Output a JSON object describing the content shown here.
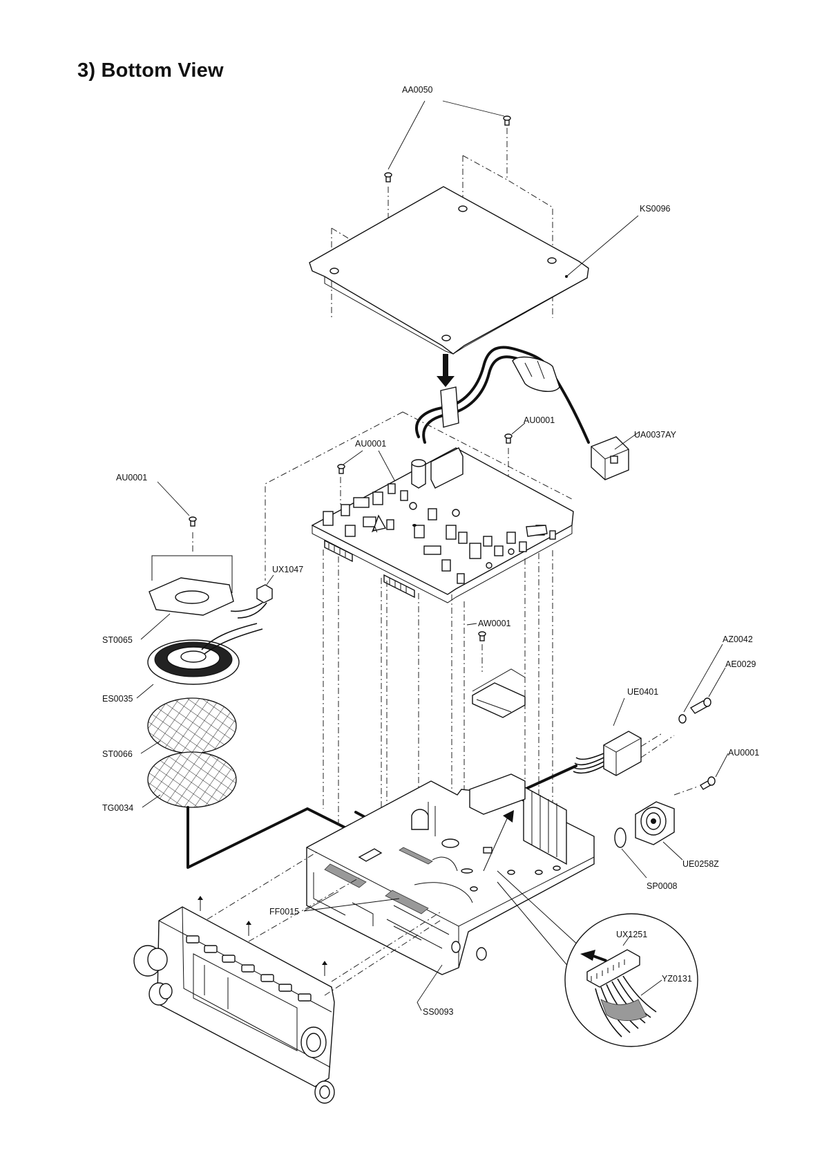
{
  "title": "3) Bottom View",
  "labels": {
    "aa0050": "AA0050",
    "ks0096": "KS0096",
    "ua0037ay": "UA0037AY",
    "au0001_upper_right": "AU0001",
    "au0001_board": "AU0001",
    "au0001_left": "AU0001",
    "ux1047": "UX1047",
    "st0065": "ST0065",
    "es0035": "ES0035",
    "st0066": "ST0066",
    "tg0034": "TG0034",
    "aw0001": "AW0001",
    "az0042": "AZ0042",
    "ae0029": "AE0029",
    "ue0401": "UE0401",
    "au0001_right": "AU0001",
    "ue0258z": "UE0258Z",
    "sp0008": "SP0008",
    "ff0015": "FF0015",
    "ux1251": "UX1251",
    "yz0131": "YZ0131",
    "ss0093": "SS0093"
  },
  "board_marker": "A",
  "colors": {
    "line": "#111111",
    "background": "#ffffff"
  }
}
